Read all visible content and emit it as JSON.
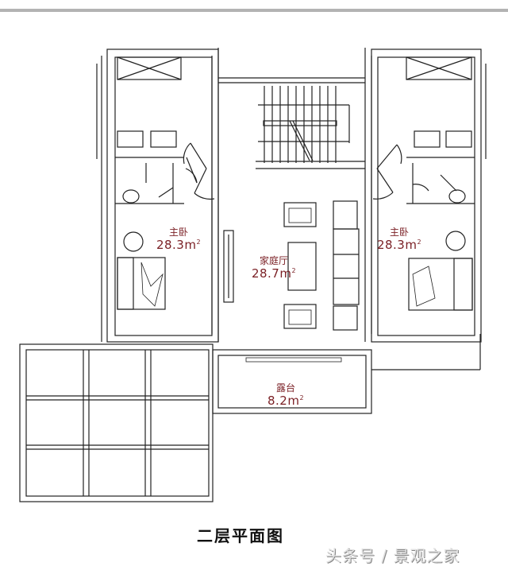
{
  "title": "二层平面图",
  "watermark": "头条号 / 景观之家",
  "colors": {
    "label": "#7a1f24",
    "line": "#222222",
    "top_bar": "#b3b3b3"
  },
  "rooms": [
    {
      "id": "master-bedroom-left",
      "name": "主卧",
      "area": "28.3",
      "unit": "m",
      "sup": "2"
    },
    {
      "id": "family-hall",
      "name": "家庭厅",
      "area": "28.7",
      "unit": "m",
      "sup": "2"
    },
    {
      "id": "master-bedroom-right",
      "name": "主卧",
      "area": "28.3",
      "unit": "m",
      "sup": "2"
    },
    {
      "id": "terrace",
      "name": "露台",
      "area": "8.2",
      "unit": "m",
      "sup": "2"
    }
  ]
}
